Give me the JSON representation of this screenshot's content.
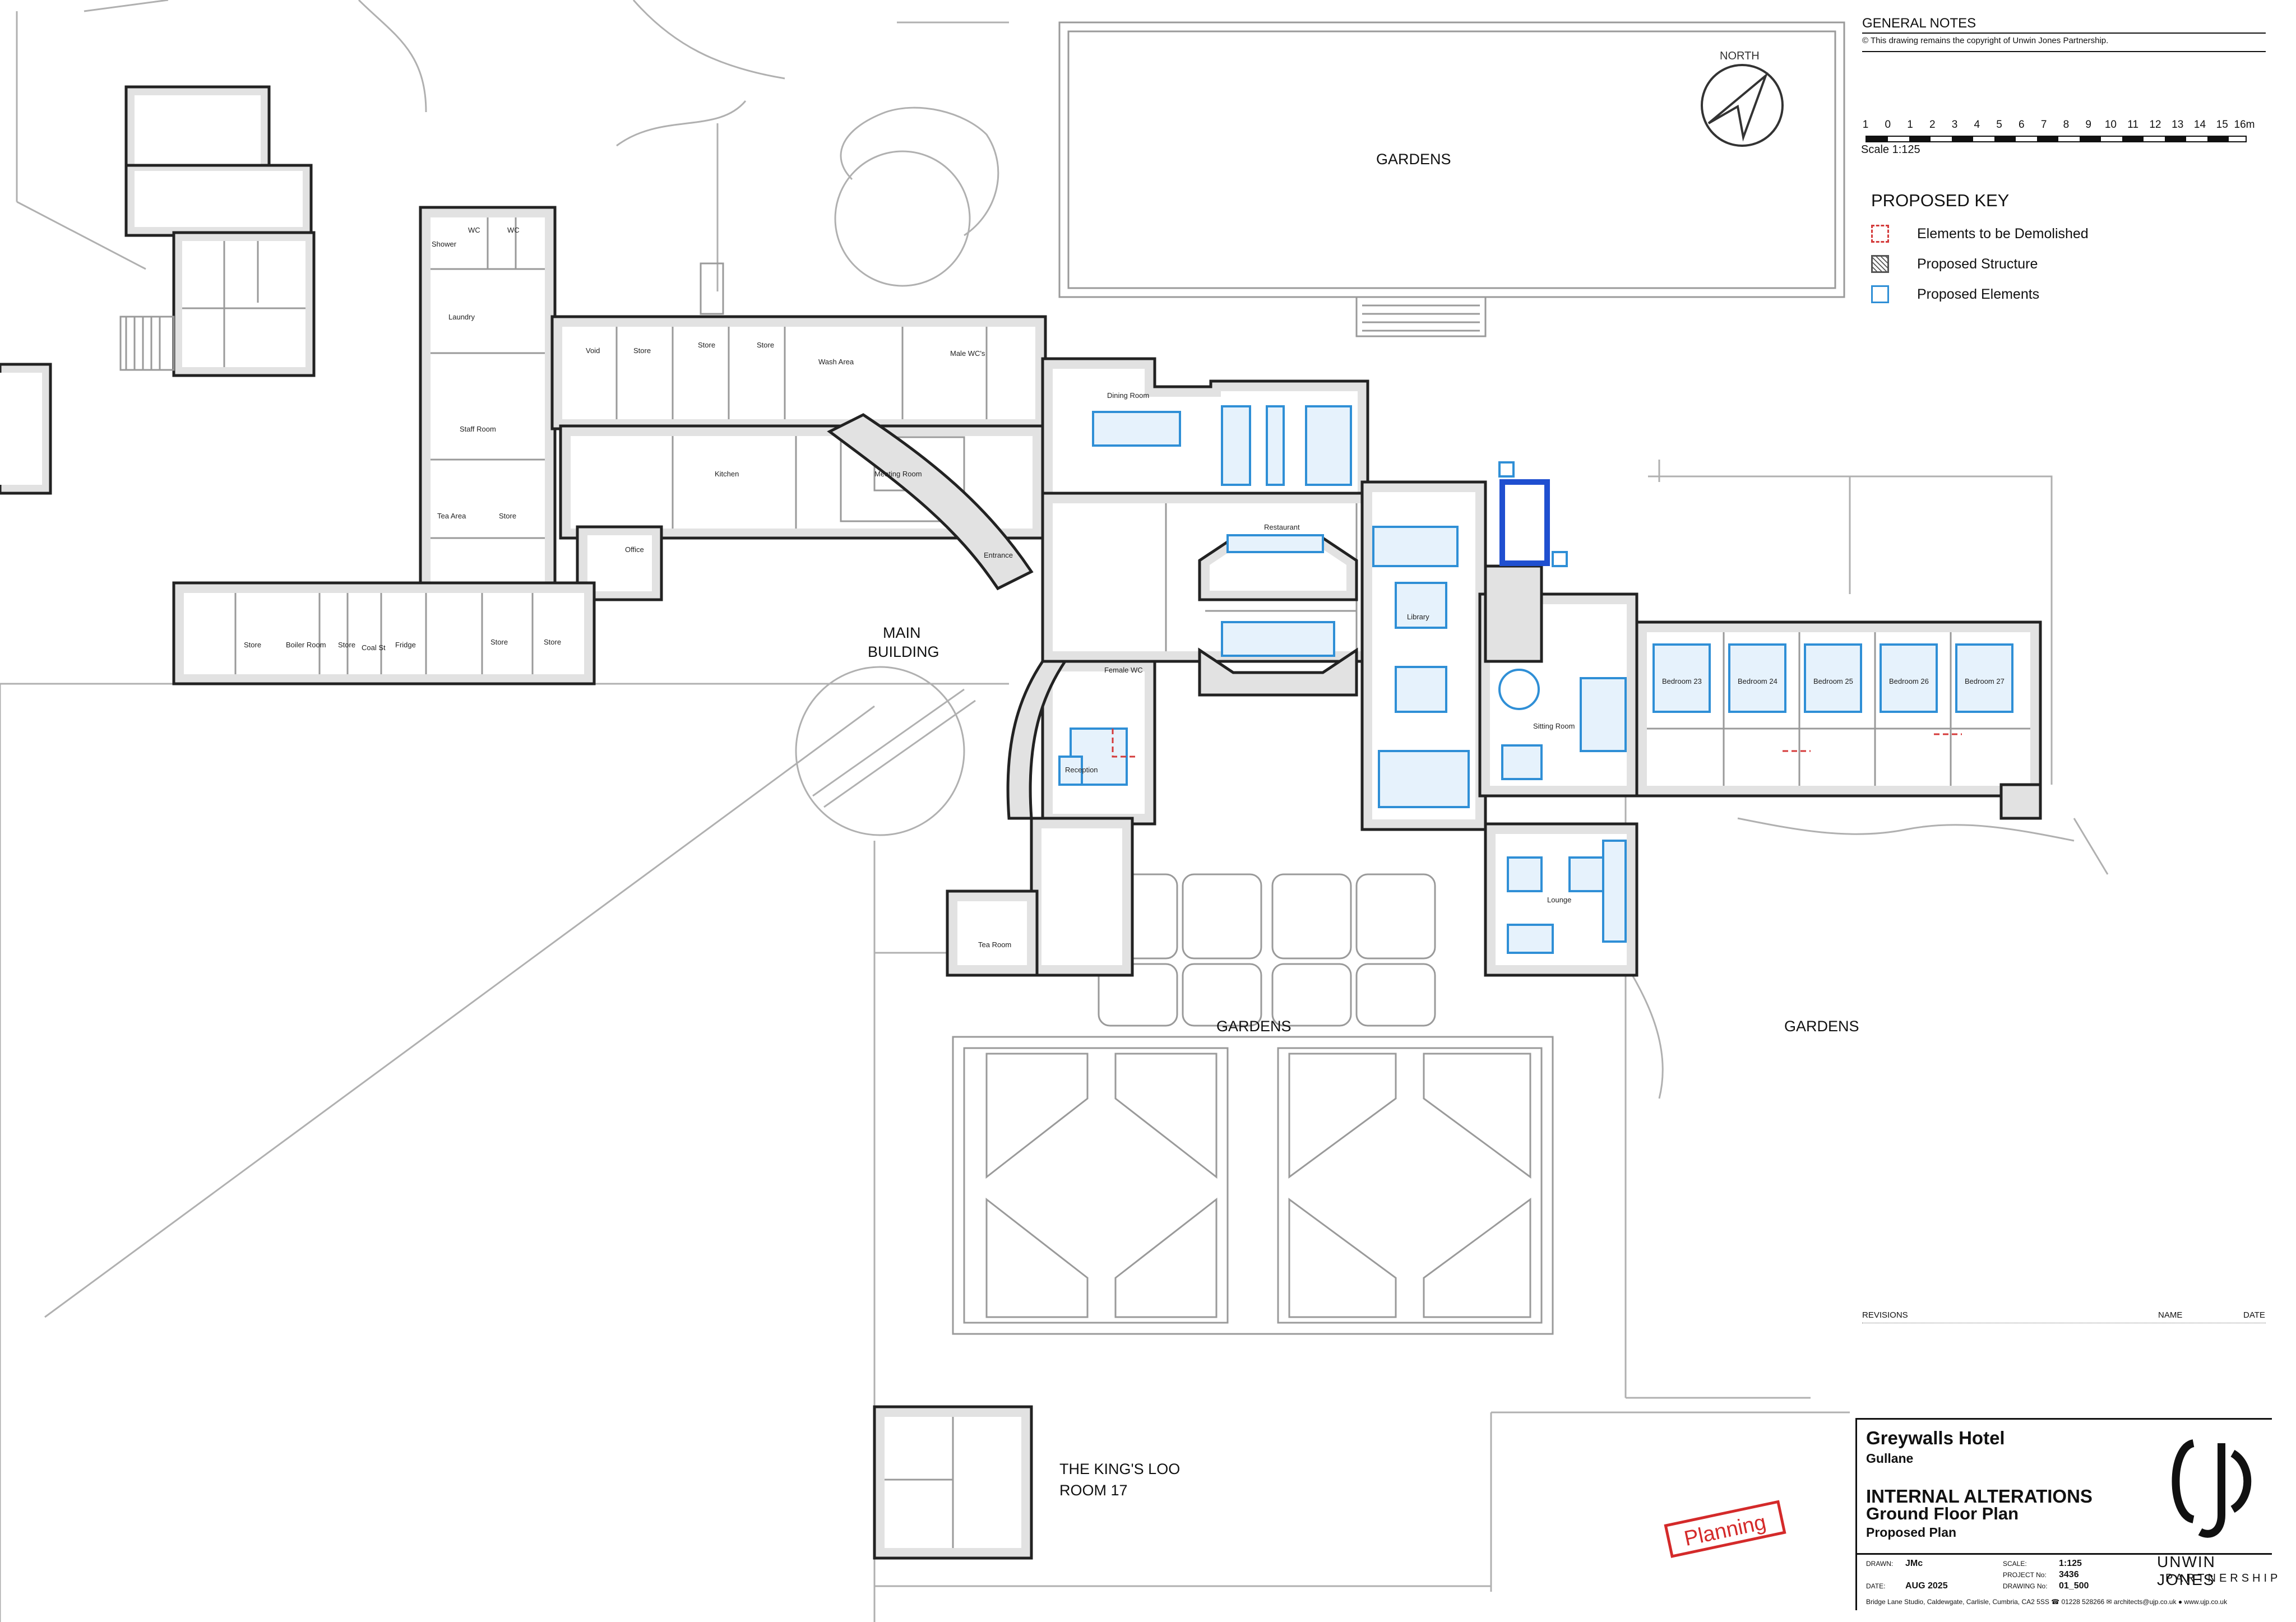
{
  "labels": {
    "gardens_top": "GARDENS",
    "gardens_mid": "GARDENS",
    "gardens_right": "GARDENS",
    "main_building_1": "MAIN",
    "main_building_2": "BUILDING",
    "kings_loo_1": "THE KING'S LOO",
    "kings_loo_2": "ROOM 17"
  },
  "rooms": {
    "shower": "Shower",
    "wc1": "WC",
    "wc2": "WC",
    "laundry": "Laundry",
    "staff_room": "Staff Room",
    "tea_area": "Tea Area",
    "store_a": "Store",
    "office": "Office",
    "void": "Void",
    "store_b": "Store",
    "store_c": "Store",
    "store_d": "Store",
    "wash_area": "Wash Area",
    "male_wcs": "Male WC's",
    "kitchen": "Kitchen",
    "meeting_room": "Meeting Room",
    "entrance": "Entrance",
    "dining_room": "Dining Room",
    "restaurant": "Restaurant",
    "library": "Library",
    "sitting_room": "Sitting Room",
    "female_wc": "Female WC",
    "reception": "Reception",
    "tea_room": "Tea Room",
    "lounge": "Lounge",
    "store_e": "Store",
    "boiler_room": "Boiler Room",
    "store_f": "Store",
    "coal_st": "Coal St",
    "fridge": "Fridge",
    "store_g": "Store",
    "store_h": "Store",
    "bedrooms": [
      "Bedroom 23",
      "Bedroom 24",
      "Bedroom 25",
      "Bedroom 26",
      "Bedroom 27"
    ]
  },
  "notes": {
    "heading": "GENERAL NOTES",
    "copyright": "© This drawing remains the copyright of Unwin Jones Partnership."
  },
  "north_label": "NORTH",
  "scale": {
    "ticks": [
      "1",
      "0",
      "1",
      "2",
      "3",
      "4",
      "5",
      "6",
      "7",
      "8",
      "9",
      "10",
      "11",
      "12",
      "13",
      "14",
      "15",
      "16m"
    ],
    "text": "Scale 1:125"
  },
  "key": {
    "title": "PROPOSED KEY",
    "items": [
      {
        "label": "Elements to be Demolished",
        "color": "#d43a3a",
        "style": "dashed"
      },
      {
        "label": "Proposed Structure",
        "color": "#555555",
        "style": "hatched"
      },
      {
        "label": "Proposed Elements",
        "color": "#2f8fd6",
        "style": "solid"
      }
    ]
  },
  "revisions": {
    "label": "REVISIONS",
    "name": "NAME",
    "date": "DATE"
  },
  "title_block": {
    "project": "Greywalls Hotel",
    "location": "Gullane",
    "title_1": "INTERNAL ALTERATIONS",
    "title_2": "Ground Floor Plan",
    "title_3": "Proposed Plan",
    "drawn_label": "DRAWN:",
    "drawn": "JMc",
    "date_label": "DATE:",
    "date": "AUG 2025",
    "scale_label": "SCALE:",
    "scale": "1:125",
    "project_no_label": "PROJECT No:",
    "project_no": "3436",
    "drawing_no_label": "DRAWING No:",
    "drawing_no": "01_500",
    "address": "Bridge Lane Studio, Caldewgate, Carlisle, Cumbria, CA2 5SS ☎ 01228 528266 ✉ architects@ujp.co.uk ● www.ujp.co.uk",
    "firm_1": "UNWIN JONES",
    "firm_2": "PARTNERSHIP",
    "logo": "UJ"
  },
  "stamp": "Planning",
  "colors": {
    "proposed": "#2f8fd6",
    "demolish": "#d43a3a",
    "stamp": "#d42a2a",
    "wall_fill": "#e2e2e2"
  }
}
